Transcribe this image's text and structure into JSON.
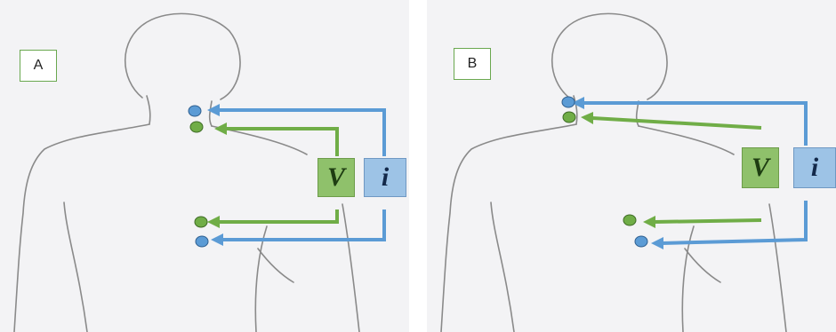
{
  "panels": [
    {
      "label": "A",
      "voltage_symbol": "V",
      "current_symbol": "i"
    },
    {
      "label": "B",
      "voltage_symbol": "V",
      "current_symbol": "i"
    }
  ],
  "colors": {
    "current": "#5b9bd5",
    "voltage": "#70ad47",
    "outline": "#8a8a8a",
    "background": "#f3f3f5"
  }
}
